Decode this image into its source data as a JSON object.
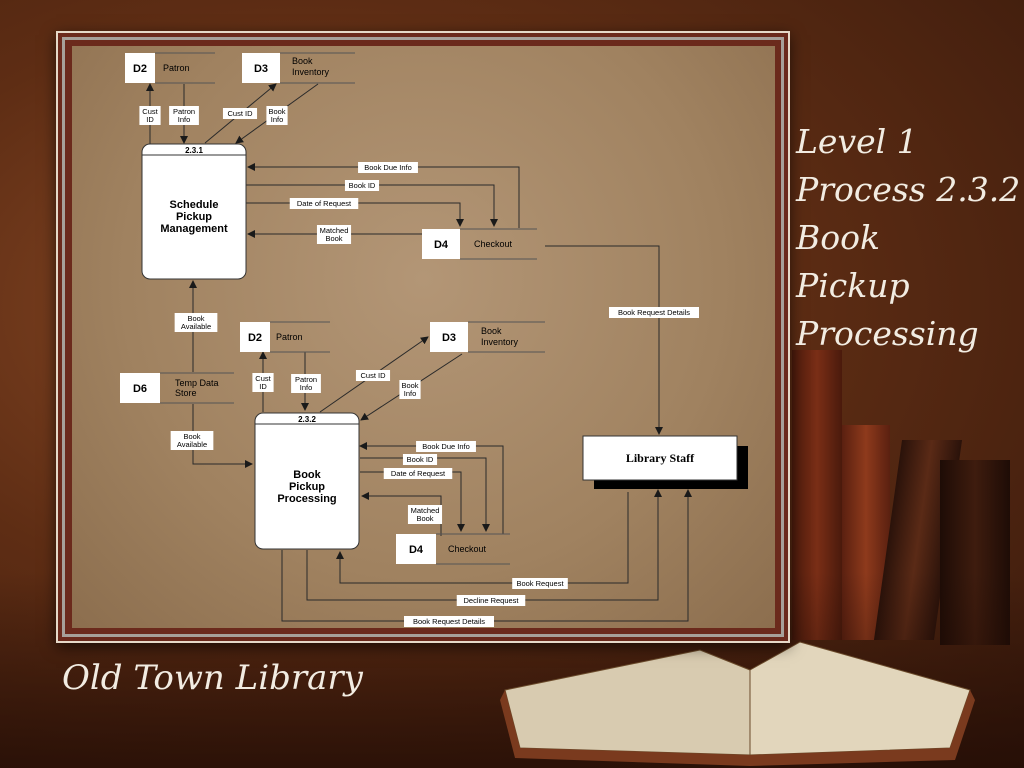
{
  "slide": {
    "title_lines": [
      "Level 1",
      "Process 2.3.2",
      "Book",
      "Pickup",
      "Processing"
    ],
    "footer": "Old Town Library"
  },
  "colors": {
    "background": "#5e2d14",
    "frame": "#6b2a1c",
    "paper": "#a08260",
    "title_text": "#f2ece2"
  },
  "diagram": {
    "processes": [
      {
        "id": "2.3.1",
        "lines": [
          "Schedule",
          "Pickup",
          "Management"
        ]
      },
      {
        "id": "2.3.2",
        "lines": [
          "Book",
          "Pickup",
          "Processing"
        ]
      }
    ],
    "stores": [
      {
        "key": "d2_top",
        "id": "D2",
        "name": [
          "Patron"
        ]
      },
      {
        "key": "d3_top",
        "id": "D3",
        "name": [
          "Book",
          "Inventory"
        ]
      },
      {
        "key": "d4_top",
        "id": "D4",
        "name": [
          "Checkout"
        ]
      },
      {
        "key": "d2_mid",
        "id": "D2",
        "name": [
          "Patron"
        ]
      },
      {
        "key": "d3_mid",
        "id": "D3",
        "name": [
          "Book",
          "Inventory"
        ]
      },
      {
        "key": "d6",
        "id": "D6",
        "name": [
          "Temp Data",
          "Store"
        ]
      },
      {
        "key": "d4_bot",
        "id": "D4",
        "name": [
          "Checkout"
        ]
      }
    ],
    "entity": {
      "name": "Library Staff"
    },
    "flow_labels": {
      "cust_id_1": [
        "Cust",
        "ID"
      ],
      "patron_info_1": [
        "Patron",
        "Info"
      ],
      "cust_id_2": [
        "Cust ID"
      ],
      "book_info_1": [
        "Book",
        "Info"
      ],
      "due_info_1": [
        "Book Due Info"
      ],
      "book_id_1": [
        "Book ID"
      ],
      "date_req_1": [
        "Date of Request"
      ],
      "matched_1": [
        "Matched",
        "Book"
      ],
      "req_details_1": [
        "Book Request Details"
      ],
      "book_avail_1": [
        "Book",
        "Available"
      ],
      "cust_id_3": [
        "Cust",
        "ID"
      ],
      "patron_info_2": [
        "Patron",
        "Info"
      ],
      "cust_id_4": [
        "Cust ID"
      ],
      "book_info_2": [
        "Book",
        "Info"
      ],
      "book_avail_2": [
        "Book",
        "Available"
      ],
      "due_info_2": [
        "Book Due Info"
      ],
      "book_id_2": [
        "Book ID"
      ],
      "date_req_2": [
        "Date of Request"
      ],
      "matched_2": [
        "Matched",
        "Book"
      ],
      "book_request": [
        "Book Request"
      ],
      "decline_request": [
        "Decline Request"
      ],
      "req_details_2": [
        "Book Request Details"
      ]
    }
  }
}
